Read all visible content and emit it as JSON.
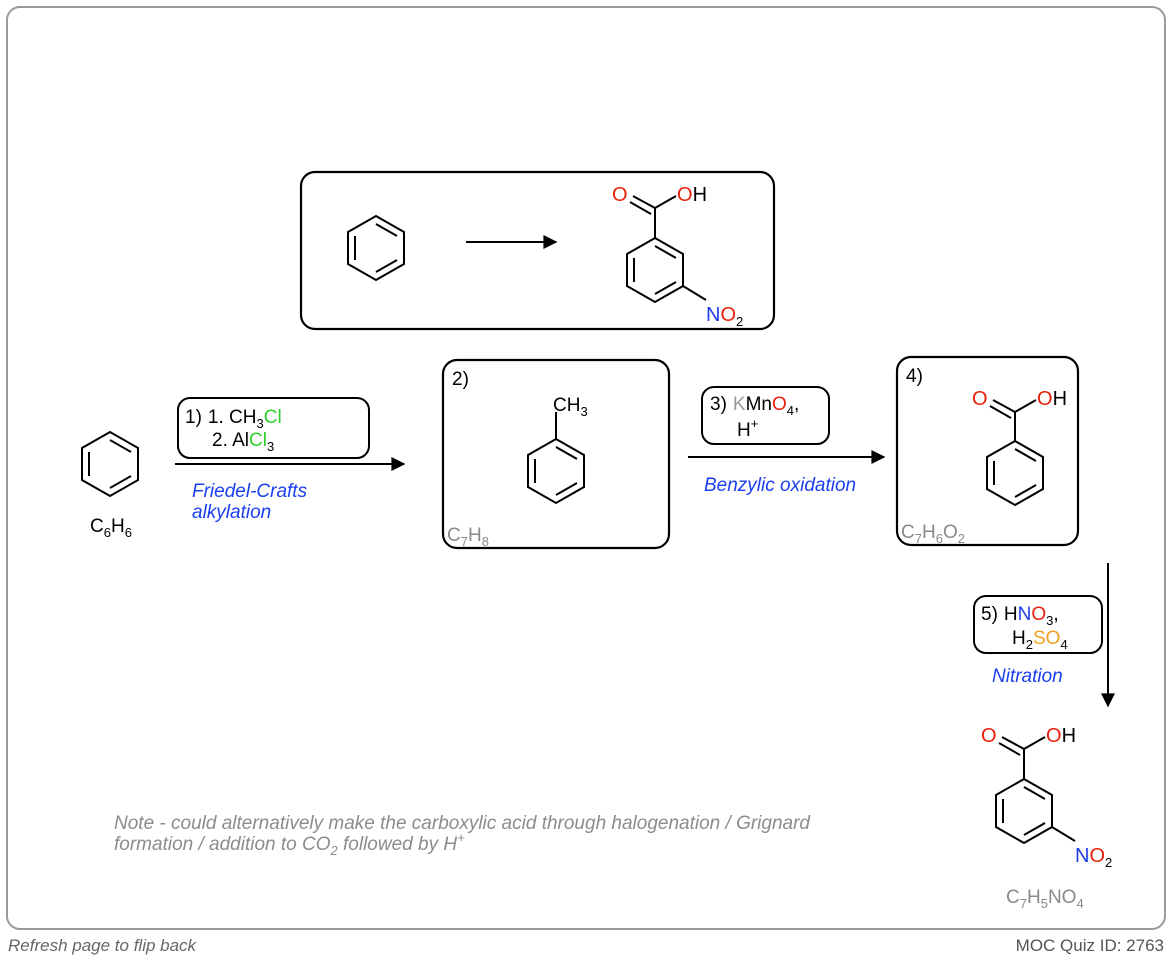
{
  "colors": {
    "oxygen": "#e8200c",
    "nitrogen": "#1f3de8",
    "chlorine": "#2bd02b",
    "sulfur": "#f0a020",
    "potassium": "#9a9a9a",
    "label_blue": "#1a3ff0",
    "formula_grey": "#8a8a8a",
    "note_grey": "#8c8c8c"
  },
  "atoms": {
    "O": "O",
    "OH": "OH",
    "N": "N",
    "O2": "O",
    "sub2": "2",
    "CH": "CH",
    "sub3": "3"
  },
  "start_formula": {
    "C": "C",
    "c_sub": "6",
    "H": "H",
    "h_sub": "6"
  },
  "step1": {
    "num": "1)",
    "line1_pre": "1. CH",
    "line1_sub": "3",
    "line1_cl": "Cl",
    "line2_pre": "2. Al",
    "line2_cl": "Cl",
    "line2_sub": "3",
    "label1": "Friedel-Crafts",
    "label2": "alkylation"
  },
  "box2": {
    "num": "2)",
    "formula_C": "C",
    "c_sub": "7",
    "formula_H": "H",
    "h_sub": "8"
  },
  "step3": {
    "num": "3)",
    "K": "K",
    "Mn": "Mn",
    "O": "O",
    "o_sub": "4",
    "comma": ",",
    "H": "H",
    "sup": "+",
    "label": "Benzylic oxidation"
  },
  "box4": {
    "num": "4)",
    "C": "C",
    "c_sub": "7",
    "H": "H",
    "h_sub": "6",
    "O": "O",
    "o_sub": "2"
  },
  "step5": {
    "num": "5)",
    "H": "H",
    "N": "N",
    "O": "O",
    "o_sub": "3",
    "comma": ",",
    "H2": "H",
    "h_sub": "2",
    "S": "S",
    "O2": "O",
    "o2_sub": "4",
    "label": "Nitration"
  },
  "final_formula": {
    "C": "C",
    "c_sub": "7",
    "H": "H",
    "h_sub": "5",
    "NO": "NO",
    "o_sub": "4"
  },
  "note": {
    "line1": "Note - could alternatively make the carboxylic acid through halogenation / Grignard",
    "line2_pre": "formation / addition to CO",
    "line2_sub": "2",
    "line2_post": " followed by H",
    "line2_sup": "+"
  },
  "footer": {
    "left": "Refresh page to flip back",
    "right": "MOC Quiz ID: 2763"
  }
}
